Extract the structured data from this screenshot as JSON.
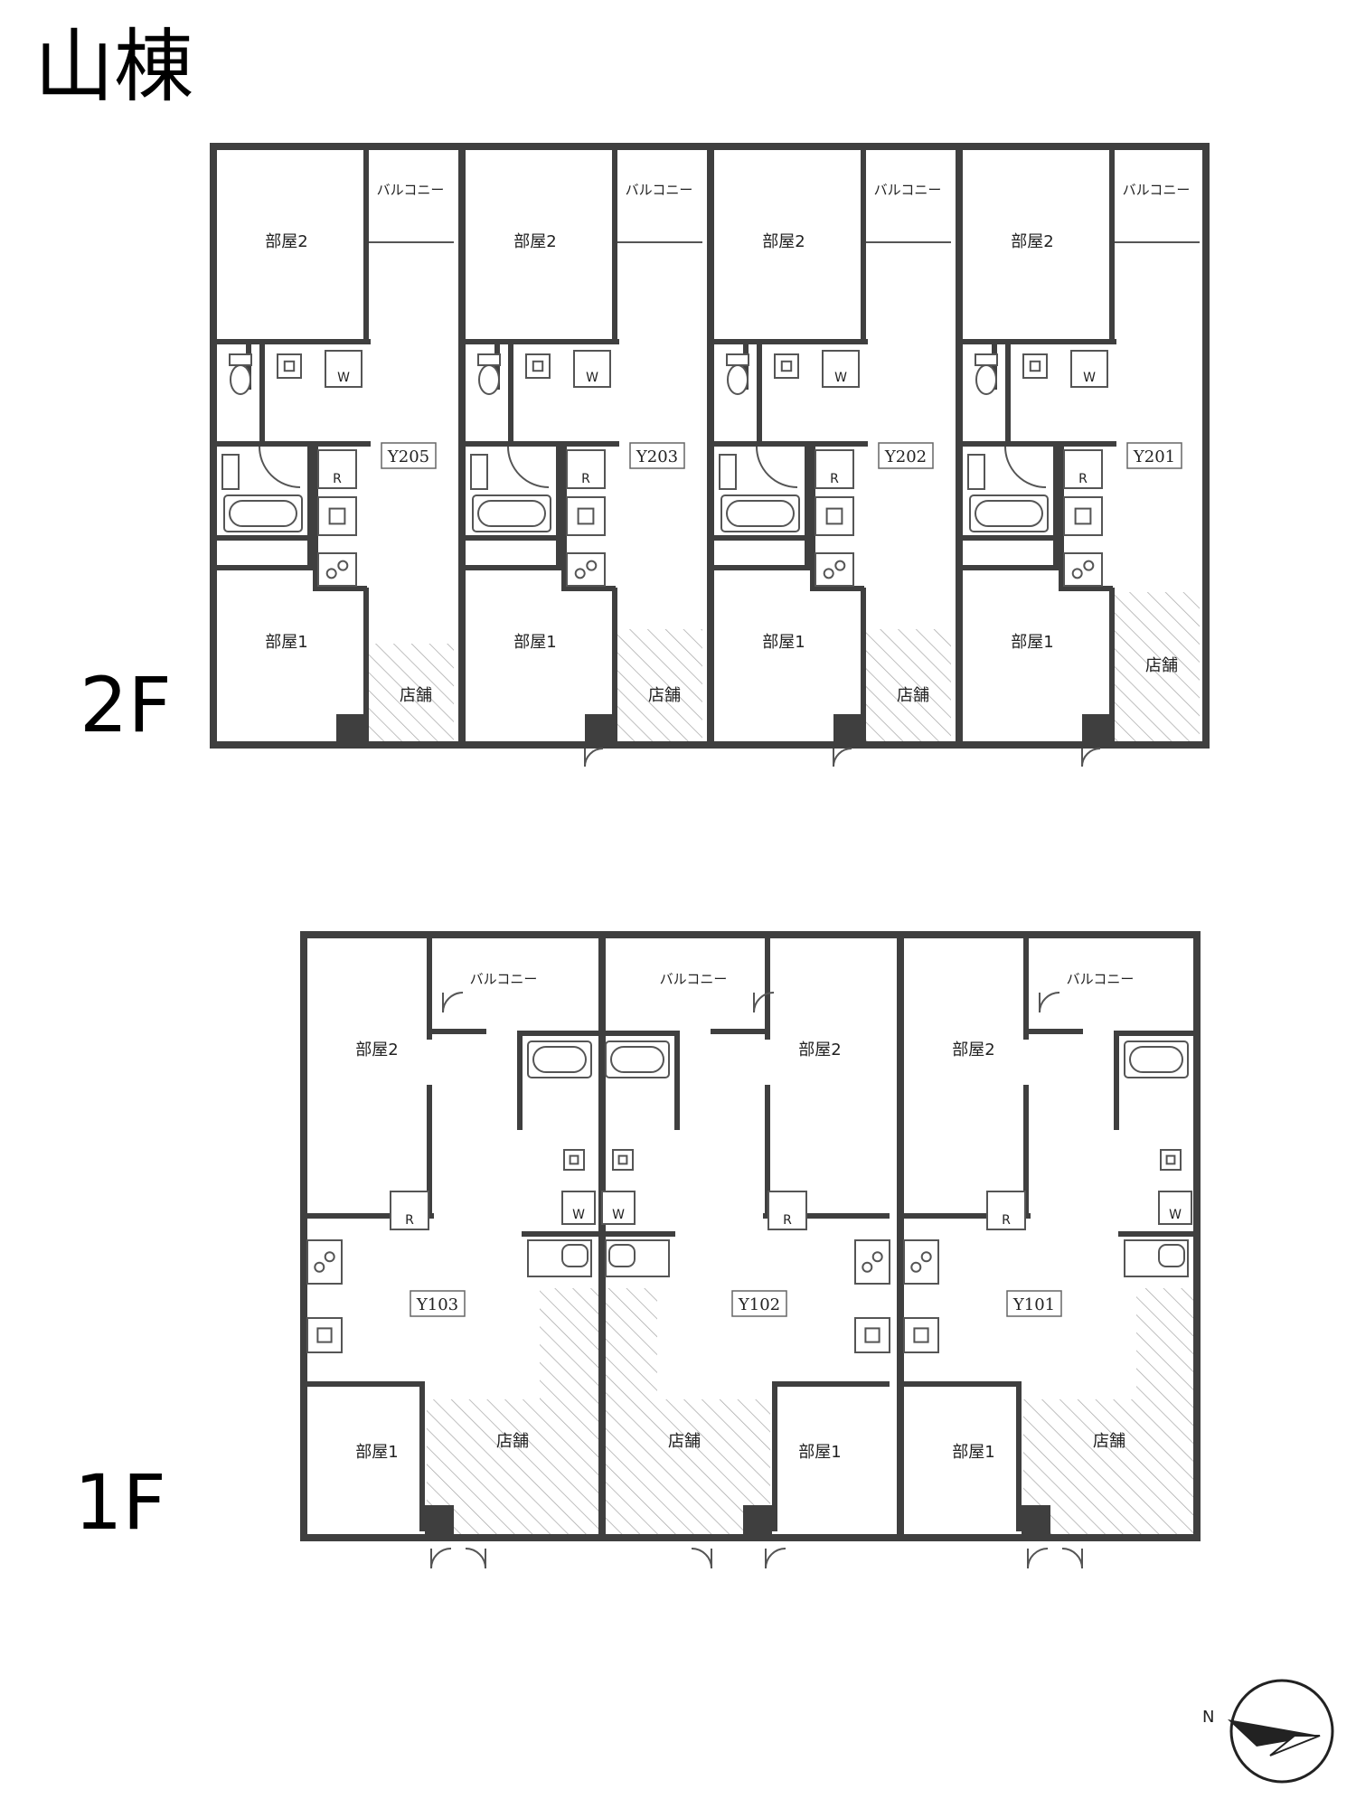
{
  "building_title": "山棟",
  "floors": [
    {
      "label": "2F",
      "units": [
        {
          "id": "Y205",
          "room2": "部屋2",
          "room1": "部屋1",
          "balcony": "バルコニー",
          "shop": "店舗",
          "washer": "W",
          "fridge": "R"
        },
        {
          "id": "Y203",
          "room2": "部屋2",
          "room1": "部屋1",
          "balcony": "バルコニー",
          "shop": "店舗",
          "washer": "W",
          "fridge": "R"
        },
        {
          "id": "Y202",
          "room2": "部屋2",
          "room1": "部屋1",
          "balcony": "バルコニー",
          "shop": "店舗",
          "washer": "W",
          "fridge": "R"
        },
        {
          "id": "Y201",
          "room2": "部屋2",
          "room1": "部屋1",
          "balcony": "バルコニー",
          "shop": "店舗",
          "washer": "W",
          "fridge": "R"
        }
      ]
    },
    {
      "label": "1F",
      "units": [
        {
          "id": "Y103",
          "room2": "部屋2",
          "room1": "部屋1",
          "balcony": "バルコニー",
          "shop": "店舗",
          "washer": "W",
          "fridge": "R"
        },
        {
          "id": "Y102",
          "room2": "部屋2",
          "room1": "部屋1",
          "balcony": "バルコニー",
          "shop": "店舗",
          "washer": "W",
          "fridge": "R"
        },
        {
          "id": "Y101",
          "room2": "部屋2",
          "room1": "部屋1",
          "balcony": "バルコニー",
          "shop": "店舗",
          "washer": "W",
          "fridge": "R"
        }
      ]
    }
  ],
  "compass": {
    "north_label": "N"
  }
}
